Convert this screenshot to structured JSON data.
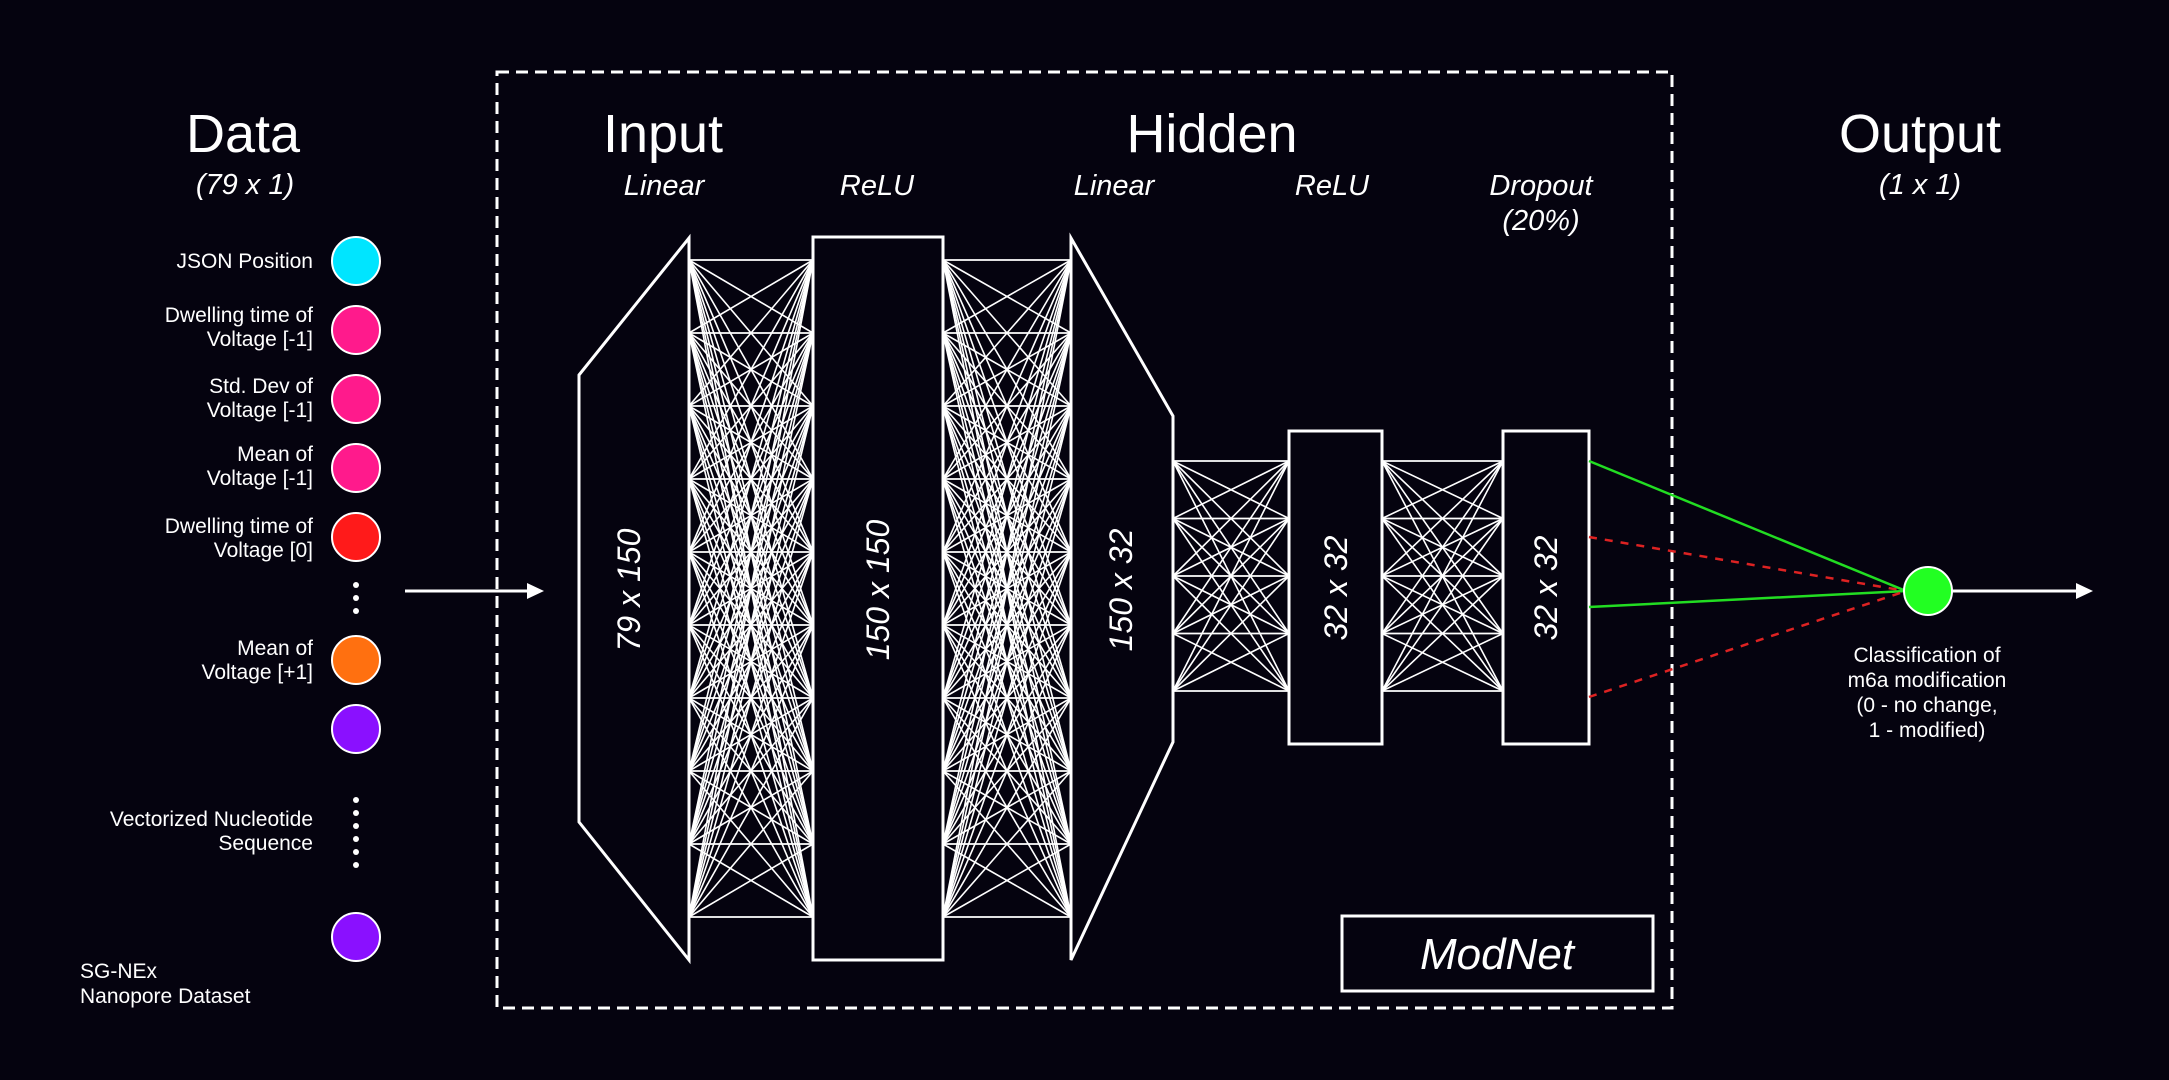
{
  "sections": {
    "data": {
      "title": "Data",
      "shape": "(79 x 1)"
    },
    "input": {
      "title": "Input",
      "layer": "Linear"
    },
    "hidden": {
      "title": "Hidden",
      "layers": [
        "ReLU",
        "Linear",
        "ReLU",
        "Dropout",
        "(20%)"
      ]
    },
    "output": {
      "title": "Output",
      "shape": "(1 x 1)"
    }
  },
  "features": [
    {
      "lines": [
        "JSON Position"
      ],
      "color": "#00e5ff"
    },
    {
      "lines": [
        "Dwelling time of",
        "Voltage [-1]"
      ],
      "color": "#ff1a8c"
    },
    {
      "lines": [
        "Std. Dev  of",
        "Voltage [-1]"
      ],
      "color": "#ff1a8c"
    },
    {
      "lines": [
        "Mean of",
        "Voltage [-1]"
      ],
      "color": "#ff1a8c"
    },
    {
      "lines": [
        "Dwelling time of",
        "Voltage [0]"
      ],
      "color": "#ff1a1a"
    },
    {
      "lines": [
        "Mean of",
        "Voltage [+1]"
      ],
      "color": "#ff7010"
    },
    {
      "lines": [],
      "color": "#8a10ff"
    },
    {
      "lines": [],
      "color": "#8a10ff"
    }
  ],
  "sequence_label": [
    "Vectorized Nucleotide",
    "Sequence"
  ],
  "dataset_label": [
    "SG-NEx",
    "Nanopore Dataset"
  ],
  "layers": {
    "l1": "79 x 150",
    "l2": "150 x 150",
    "l3": "150 x 32",
    "l4": "32 x 32",
    "l5": "32 x 32"
  },
  "model_name": "ModNet",
  "output_desc": [
    "Classification of",
    "m6a modification",
    "(0 - no change,",
    "1 - modified)"
  ],
  "colors": {
    "background": "#05030f",
    "output_node": "#22ff22",
    "active_connection": "#22dd22",
    "dropped_connection": "#dd2222"
  }
}
